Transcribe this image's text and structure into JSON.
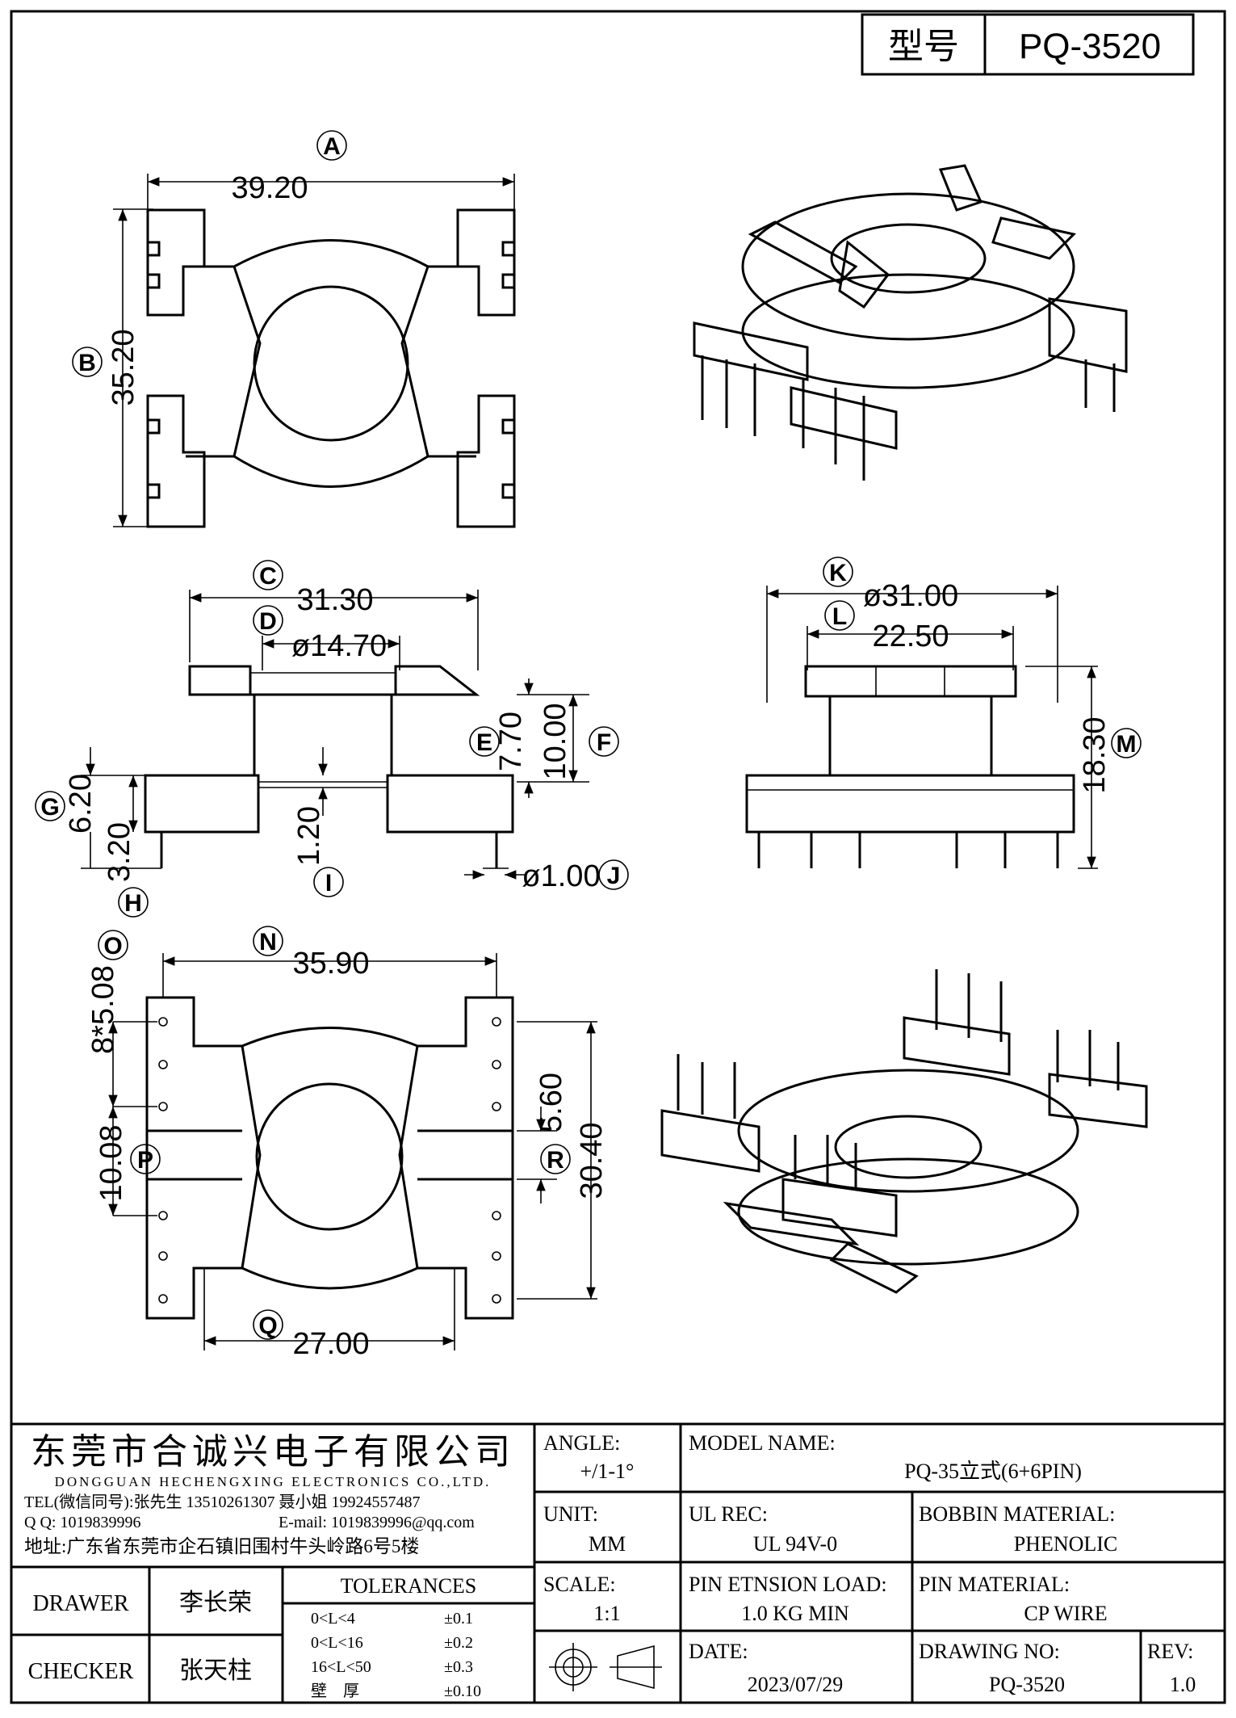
{
  "header": {
    "label": "型号",
    "model": "PQ-3520"
  },
  "view_top": {
    "dim_a": {
      "bubble": "A",
      "value": "39.20"
    },
    "dim_b": {
      "bubble": "B",
      "value": "35.20"
    }
  },
  "view_front": {
    "dim_c": {
      "bubble": "C",
      "value": "31.30"
    },
    "dim_d": {
      "bubble": "D",
      "value": "ø14.70"
    },
    "dim_e": {
      "bubble": "E",
      "value": "7.70"
    },
    "dim_f": {
      "bubble": "F",
      "value": "10.00"
    },
    "dim_g": {
      "bubble": "G",
      "value": "6.20"
    },
    "dim_h": {
      "bubble": "H",
      "value": "3.20"
    },
    "dim_i": {
      "bubble": "I",
      "value": "1.20"
    },
    "dim_j": {
      "bubble": "J",
      "value": "ø1.00"
    }
  },
  "view_side": {
    "dim_k": {
      "bubble": "K",
      "value": "ø31.00"
    },
    "dim_l": {
      "bubble": "L",
      "value": "22.50"
    },
    "dim_m": {
      "bubble": "M",
      "value": "18.30"
    }
  },
  "view_bottom": {
    "dim_n": {
      "bubble": "N",
      "value": "35.90"
    },
    "dim_o": {
      "bubble": "O",
      "value": "8*5.08"
    },
    "dim_p": {
      "bubble": "P",
      "value": "10.08"
    },
    "dim_q": {
      "bubble": "Q",
      "value": "27.00"
    },
    "dim_r": {
      "bubble": "R",
      "value": "5.60"
    },
    "dim_s": {
      "value": "30.40"
    }
  },
  "title_block": {
    "company_cn": "东莞市合诚兴电子有限公司",
    "company_en": "DONGGUAN HECHENGXING ELECTRONICS CO.,LTD.",
    "tel": "TEL(微信同号):张先生 13510261307 聂小姐 19924557487",
    "qq": "Q Q: 1019839996",
    "email": "E-mail: 1019839996@qq.com",
    "address": "地址:广东省东莞市企石镇旧围村牛头岭路6号5楼",
    "angle_label": "ANGLE:",
    "angle_value": "+/1-1°",
    "unit_label": "UNIT:",
    "unit_value": "MM",
    "scale_label": "SCALE:",
    "scale_value": "1:1",
    "model_name_label": "MODEL NAME:",
    "model_name_value": "PQ-35立式(6+6PIN)",
    "ul_label": "UL REC:",
    "ul_value": "UL 94V-0",
    "bobbin_label": "BOBBIN MATERIAL:",
    "bobbin_value": "PHENOLIC",
    "pin_tension_label": "PIN ETNSION LOAD:",
    "pin_tension_value": "1.0 KG MIN",
    "pin_material_label": "PIN MATERIAL:",
    "pin_material_value": "CP WIRE",
    "date_label": "DATE:",
    "date_value": "2023/07/29",
    "drawing_no_label": "DRAWING NO:",
    "drawing_no_value": "PQ-3520",
    "rev_label": "REV:",
    "rev_value": "1.0",
    "drawer_label": "DRAWER",
    "drawer_value": "李长荣",
    "checker_label": "CHECKER",
    "checker_value": "张天柱",
    "tolerances_label": "TOLERANCES",
    "tolerances": [
      {
        "range": "0<L<4",
        "value": "±0.1"
      },
      {
        "range": "0<L<16",
        "value": "±0.2"
      },
      {
        "range": "16<L<50",
        "value": "±0.3"
      },
      {
        "range": "壁　厚",
        "value": "±0.10"
      }
    ]
  }
}
